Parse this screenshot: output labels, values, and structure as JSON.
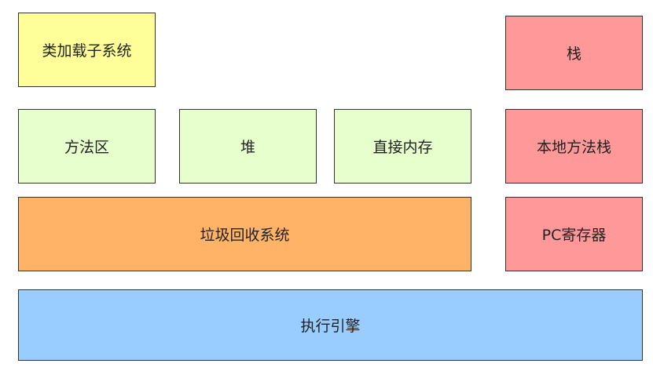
{
  "colors": {
    "yellow": "#ffff99",
    "green": "#e6ffcc",
    "orange": "#ffb366",
    "red": "#ff9999",
    "blue": "#99ccff",
    "border": "#333333"
  },
  "blocks": {
    "class_loader": "类加载子系统",
    "method_area": "方法区",
    "heap": "堆",
    "direct_memory": "直接内存",
    "gc_system": "垃圾回收系统",
    "stack": "栈",
    "native_method_stack": "本地方法栈",
    "pc_register": "PC寄存器",
    "execution_engine": "执行引擎"
  }
}
